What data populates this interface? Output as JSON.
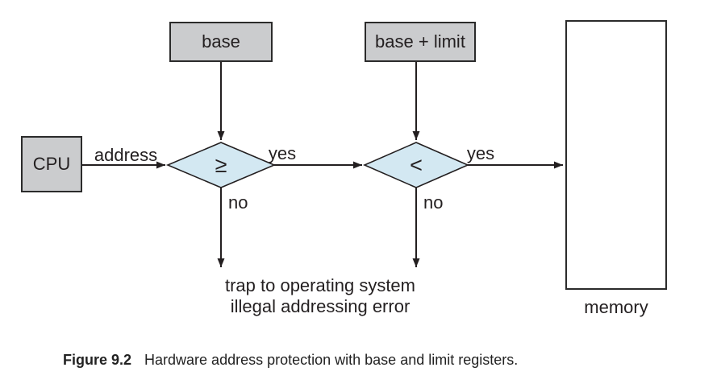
{
  "diagram": {
    "boxes": {
      "cpu": {
        "label": "CPU"
      },
      "base": {
        "label": "base"
      },
      "base_limit": {
        "label": "base + limit"
      },
      "memory": {
        "label": "memory"
      }
    },
    "decisions": {
      "d1": {
        "operator": "≥"
      },
      "d2": {
        "operator": "<"
      }
    },
    "edge_labels": {
      "address": "address",
      "yes1": "yes",
      "yes2": "yes",
      "no1": "no",
      "no2": "no"
    },
    "trap": {
      "line1": "trap to operating system",
      "line2": "illegal addressing error"
    }
  },
  "caption": {
    "figure_number": "Figure 9.2",
    "text": "Hardware address protection with base and limit registers."
  },
  "colors": {
    "box_fill": "#cbccce",
    "diamond_fill": "#d3e8f2",
    "line": "#231f20",
    "background": "#ffffff"
  }
}
